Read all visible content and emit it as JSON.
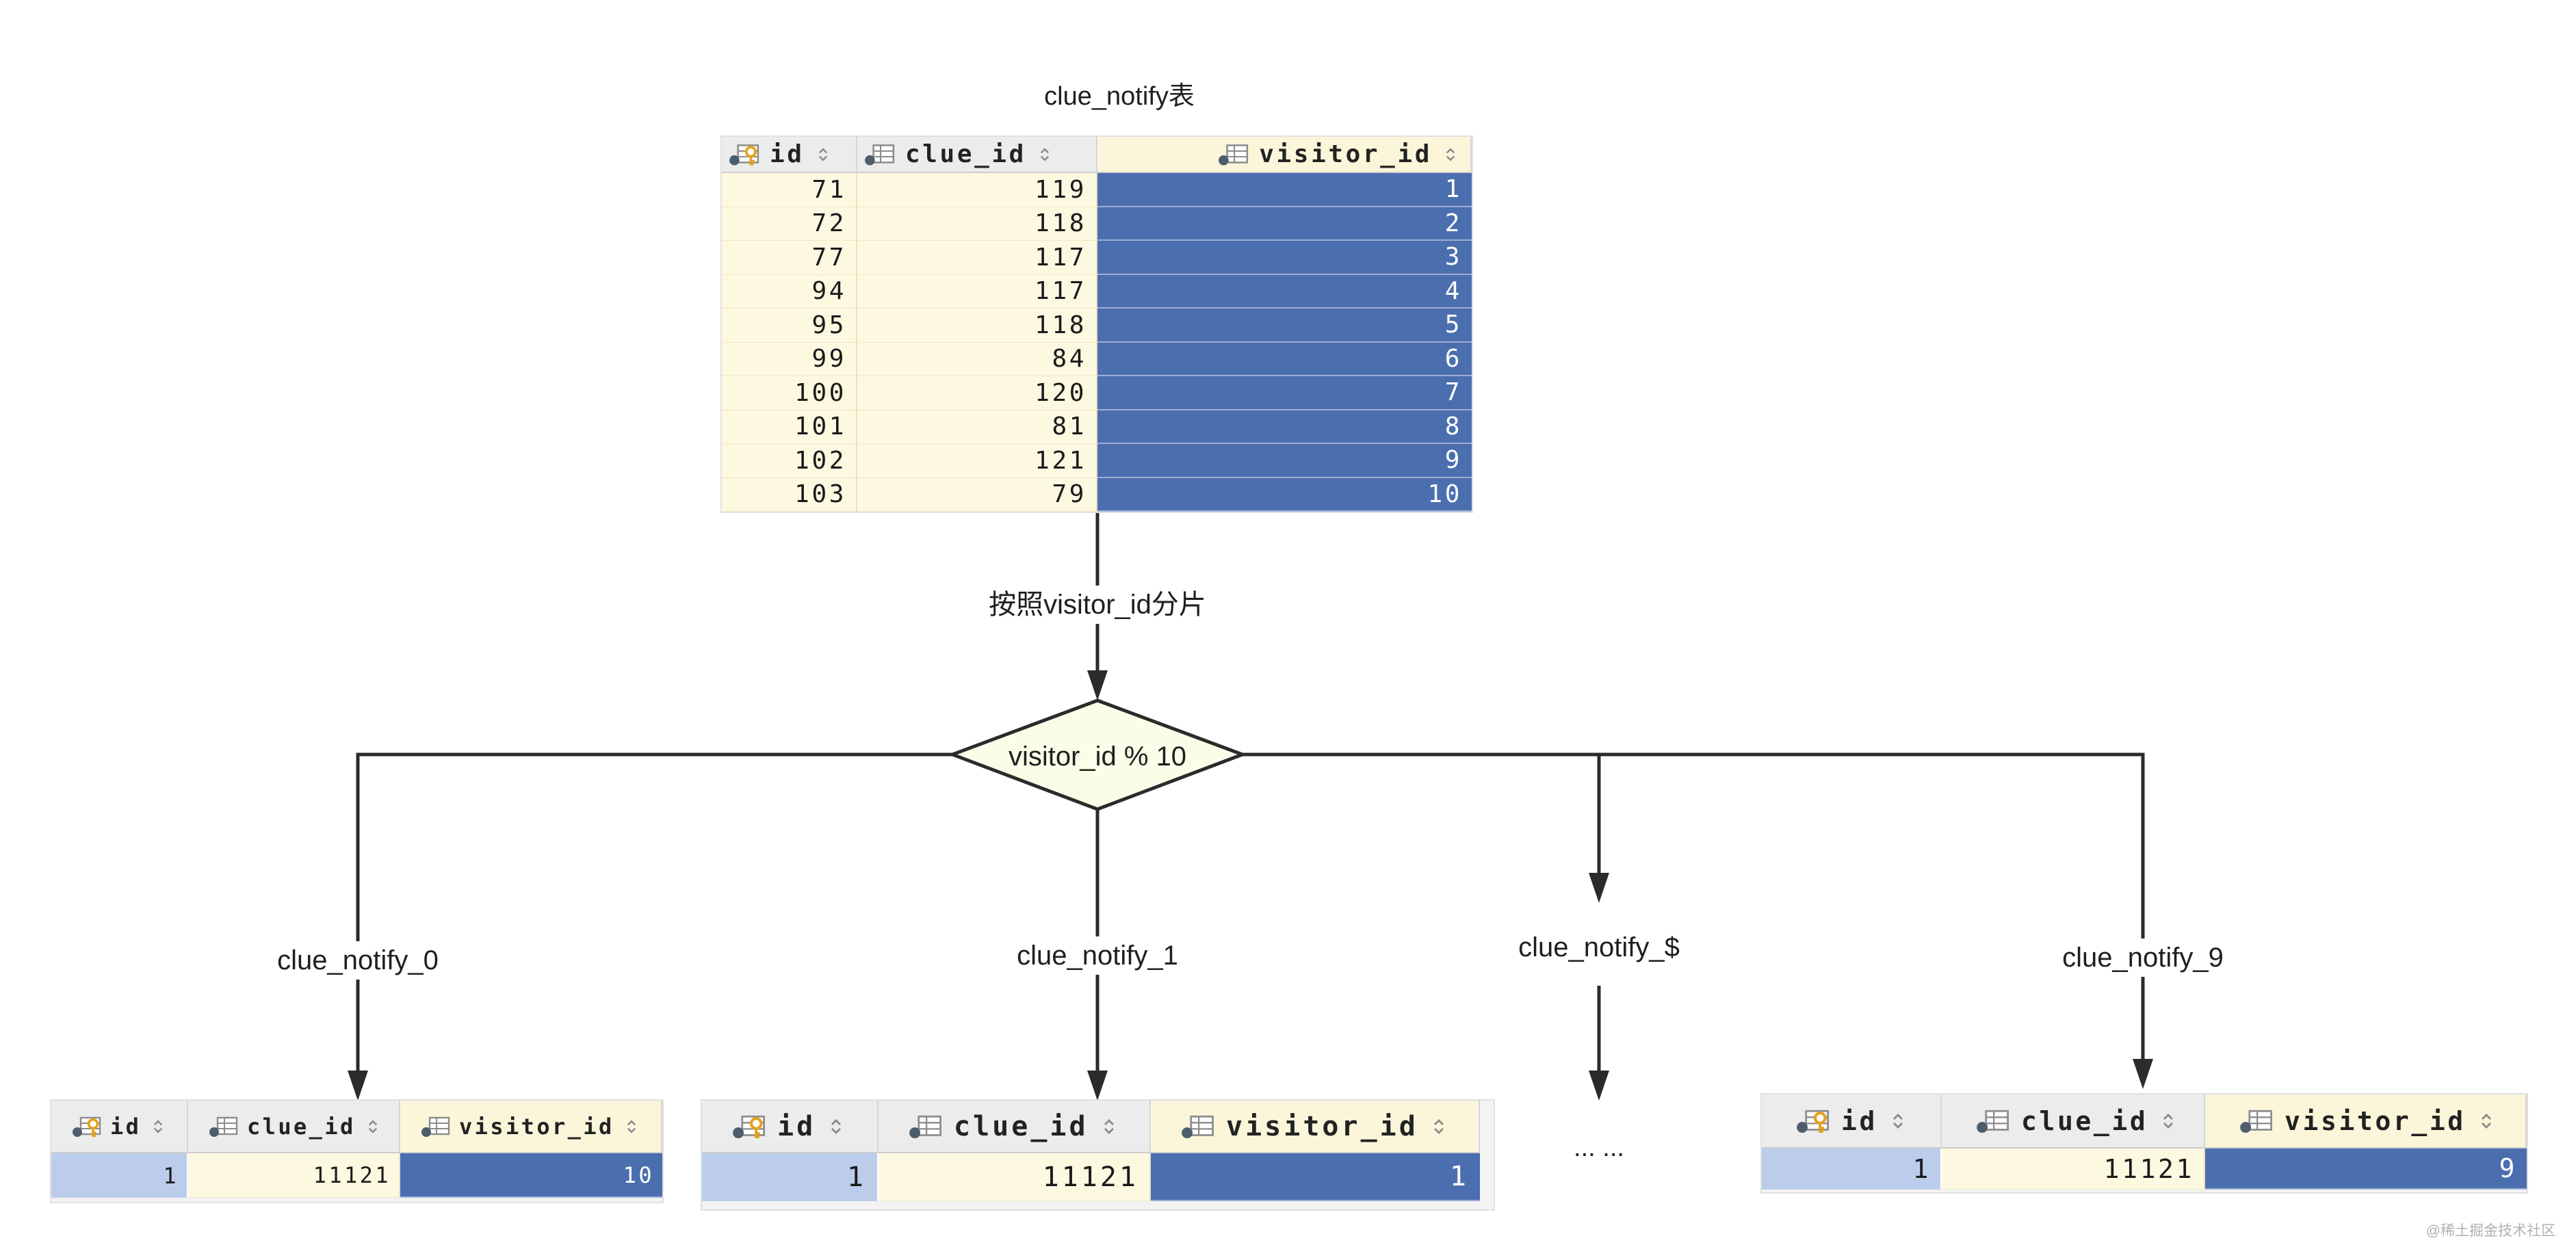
{
  "title": "clue_notify表",
  "source_table": {
    "columns": [
      "id",
      "clue_id",
      "visitor_id"
    ],
    "rows": [
      [
        71,
        119,
        1
      ],
      [
        72,
        118,
        2
      ],
      [
        77,
        117,
        3
      ],
      [
        94,
        117,
        4
      ],
      [
        95,
        118,
        5
      ],
      [
        99,
        84,
        6
      ],
      [
        100,
        120,
        7
      ],
      [
        101,
        81,
        8
      ],
      [
        102,
        121,
        9
      ],
      [
        103,
        79,
        10
      ]
    ]
  },
  "split_label": "按照visitor_id分片",
  "decision_label": "visitor_id % 10",
  "shards": [
    {
      "label": "clue_notify_0",
      "table": {
        "columns": [
          "id",
          "clue_id",
          "visitor_id"
        ],
        "rows": [
          [
            1,
            11121,
            10
          ]
        ]
      }
    },
    {
      "label": "clue_notify_1",
      "table": {
        "columns": [
          "id",
          "clue_id",
          "visitor_id"
        ],
        "rows": [
          [
            1,
            11121,
            1
          ]
        ]
      }
    },
    {
      "label": "clue_notify_$",
      "placeholder": "... ..."
    },
    {
      "label": "clue_notify_9",
      "table": {
        "columns": [
          "id",
          "clue_id",
          "visitor_id"
        ],
        "rows": [
          [
            1,
            11121,
            9
          ]
        ]
      }
    }
  ],
  "watermark": "@稀土掘金技术社区",
  "icons": {
    "primary_key_column": "key-column-icon",
    "column": "column-icon",
    "sort": "sort-icon"
  },
  "colors": {
    "header_bg": "#ececec",
    "selected_header_bg": "#fbf6da",
    "cell_bg": "#fdf8e0",
    "selected_cell_bg": "#4b6eaf",
    "selected_row_id_bg": "#bccdeb",
    "diamond_fill": "#fcfde8",
    "line_color": "#2b2b2b"
  }
}
